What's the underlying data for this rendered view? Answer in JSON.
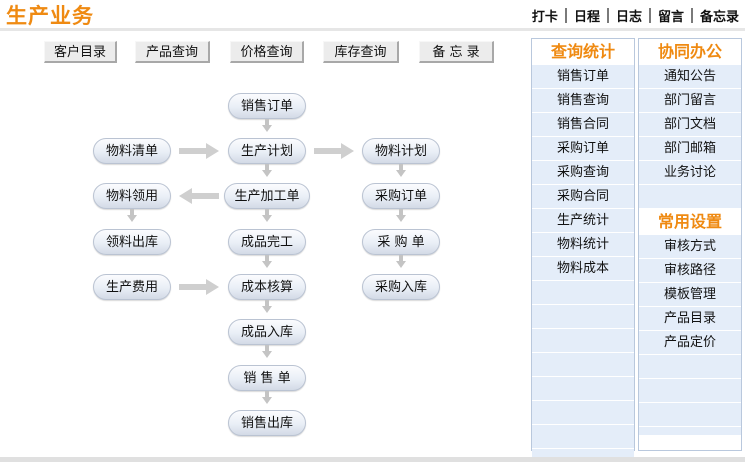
{
  "header": {
    "title": "生产业务",
    "links": [
      "打卡",
      "日程",
      "日志",
      "留言",
      "备忘录"
    ]
  },
  "quick_buttons": [
    "客户目录",
    "产品查询",
    "价格查询",
    "库存查询",
    "备 忘 录"
  ],
  "flow": {
    "center": [
      "销售订单",
      "生产计划",
      "生产加工单",
      "成品完工",
      "成本核算",
      "成品入库",
      "销 售 单",
      "销售出库"
    ],
    "left": [
      "物料清单",
      "物料领用",
      "领料出库",
      "生产费用"
    ],
    "right": [
      "物料计划",
      "采购订单",
      "采 购 单",
      "采购入库"
    ]
  },
  "panel_query": {
    "title": "查询统计",
    "items": [
      "销售订单",
      "销售查询",
      "销售合同",
      "采购订单",
      "采购查询",
      "采购合同",
      "生产统计",
      "物料统计",
      "物料成本"
    ]
  },
  "panel_collab": {
    "title": "协同办公",
    "items": [
      "通知公告",
      "部门留言",
      "部门文档",
      "部门邮箱",
      "业务讨论"
    ],
    "settings_title": "常用设置",
    "settings_items": [
      "审核方式",
      "审核路径",
      "模板管理",
      "产品目录",
      "产品定价"
    ]
  },
  "colors": {
    "accent": "#ef8a12",
    "panel_item_bg": "#e4edf9",
    "panel_border": "#b9c8dd",
    "flow_border": "#bac3d2",
    "arrow": "#cfcfcf"
  }
}
